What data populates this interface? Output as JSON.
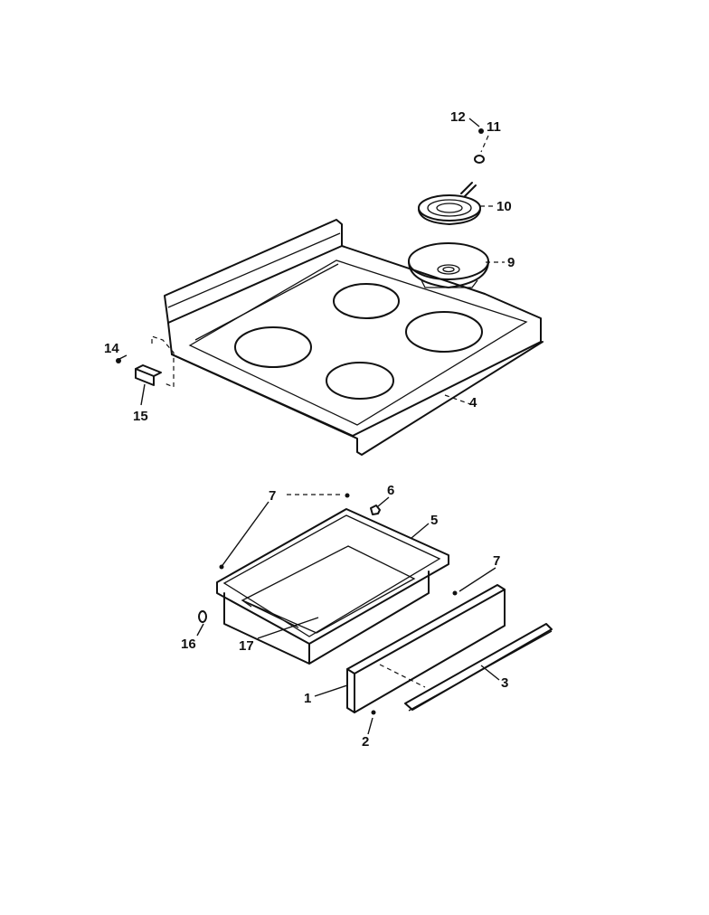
{
  "callouts": {
    "c1": "1",
    "c2": "2",
    "c3": "3",
    "c4": "4",
    "c5": "5",
    "c6": "6",
    "c7a": "7",
    "c7b": "7",
    "c9": "9",
    "c10": "10",
    "c11": "11",
    "c12": "12",
    "c14": "14",
    "c15": "15",
    "c16": "16",
    "c17": "17"
  },
  "colors": {
    "ink": "#111111",
    "paper": "#ffffff"
  }
}
